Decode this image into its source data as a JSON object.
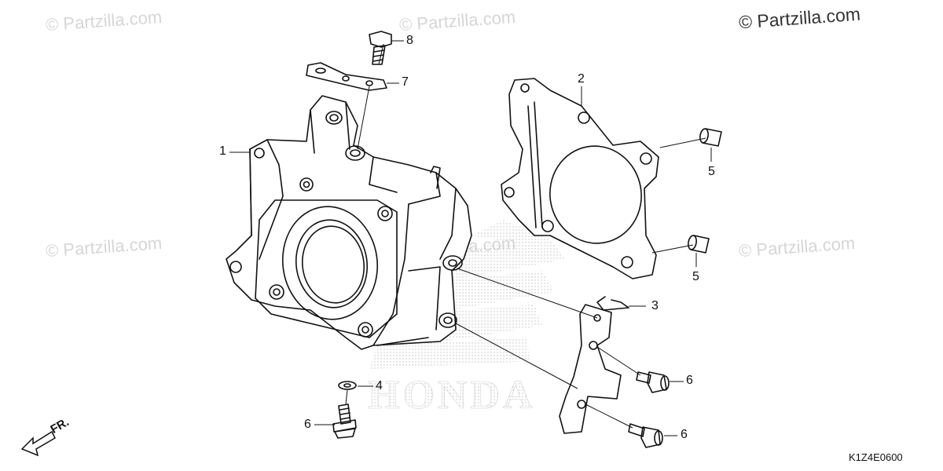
{
  "watermarks": {
    "brand": "© Partzilla.com"
  },
  "callouts": {
    "c1": "1",
    "c2": "2",
    "c3": "3",
    "c4": "4",
    "c5a": "5",
    "c5b": "5",
    "c6a": "6",
    "c6b": "6",
    "c6c": "6",
    "c7": "7",
    "c8": "8"
  },
  "direction_label": "FR.",
  "diagram_code": "K1Z4E0600",
  "background_logo_text": "HONDA"
}
